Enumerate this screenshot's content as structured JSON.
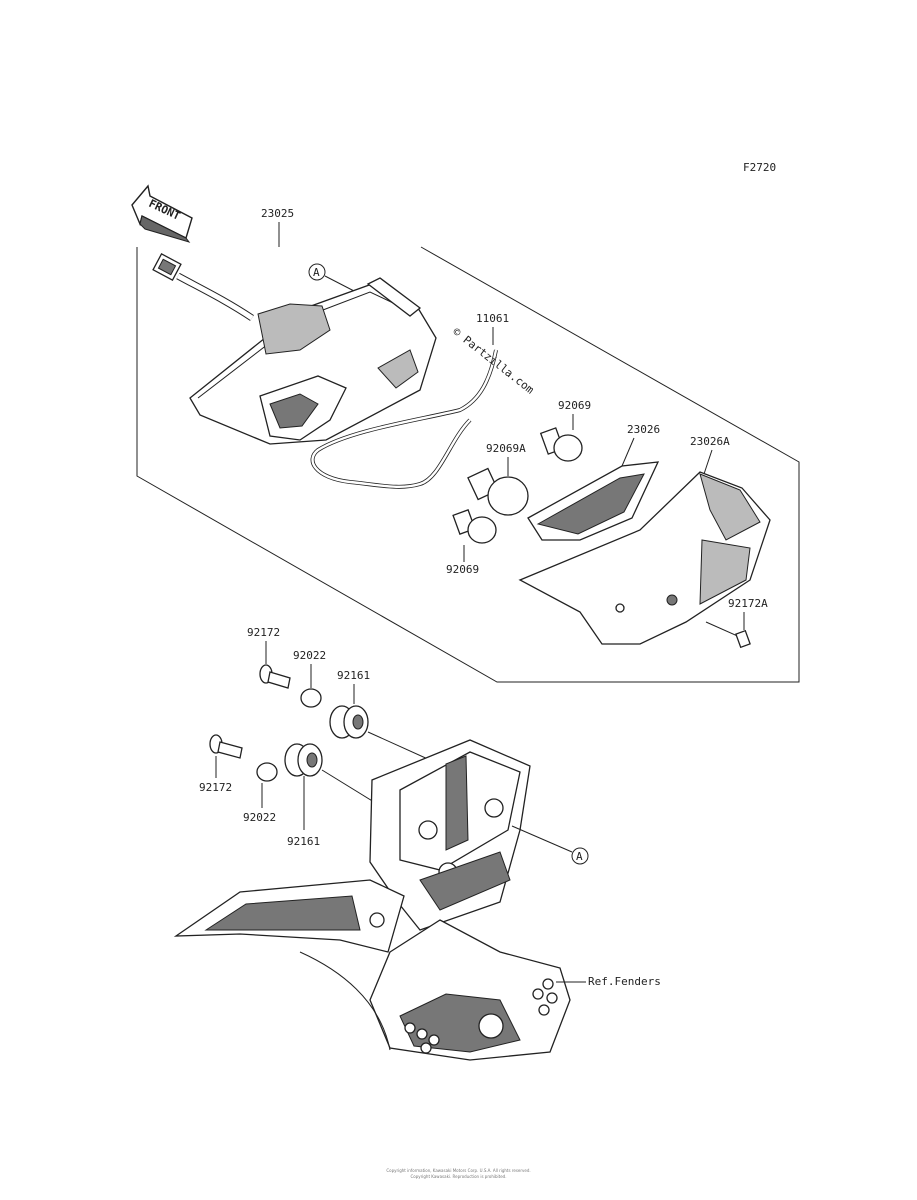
{
  "diagram_code": "F2720",
  "front_label": "FRONT",
  "watermark": "© Partzilla.com",
  "callout_a": "A",
  "parts": {
    "p23025": "23025",
    "p11061": "11061",
    "p92069_top": "92069",
    "p92069a": "92069A",
    "p92069_bottom": "92069",
    "p23026": "23026",
    "p23026a": "23026A",
    "p92172a": "92172A",
    "p92172_top": "92172",
    "p92022_top": "92022",
    "p92161_top": "92161",
    "p92172_bottom": "92172",
    "p92022_bottom": "92022",
    "p92161_bottom": "92161",
    "ref_fenders": "Ref.Fenders"
  },
  "footer": {
    "line1": "Copyright information, Kawasaki Motors Corp. U.S.A. All rights reserved.",
    "line2": "Copyright Kawasaki. Reproduction is prohibited."
  }
}
